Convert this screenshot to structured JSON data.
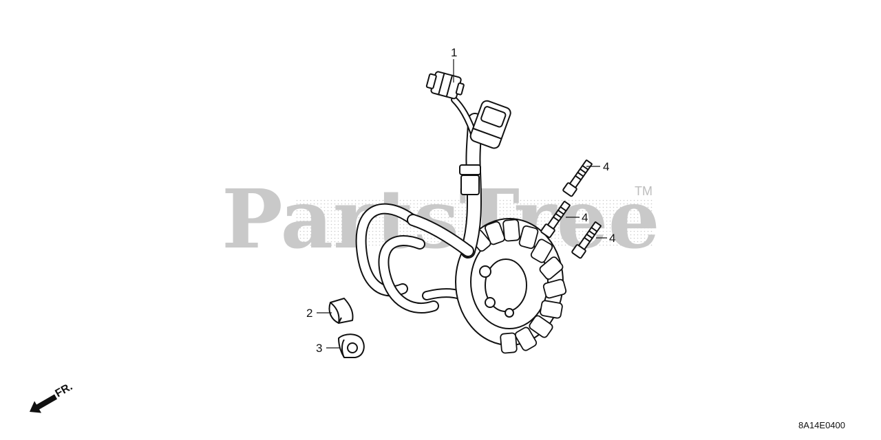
{
  "diagram": {
    "watermark": "PartsTree",
    "trademark": "TM",
    "front_indicator": "FR.",
    "diagram_code": "8A14E0400"
  },
  "callouts": [
    {
      "id": "callout-1",
      "label": "1"
    },
    {
      "id": "callout-2",
      "label": "2"
    },
    {
      "id": "callout-3",
      "label": "3"
    },
    {
      "id": "callout-4a",
      "label": "4"
    },
    {
      "id": "callout-4b",
      "label": "4"
    },
    {
      "id": "callout-4c",
      "label": "4"
    }
  ],
  "parts": {
    "1": {
      "icon": "stator-assembly-icon"
    },
    "2": {
      "icon": "grommet-icon"
    },
    "3": {
      "icon": "grommet-clamp-icon"
    },
    "4": {
      "icon": "bolt-icon"
    }
  }
}
